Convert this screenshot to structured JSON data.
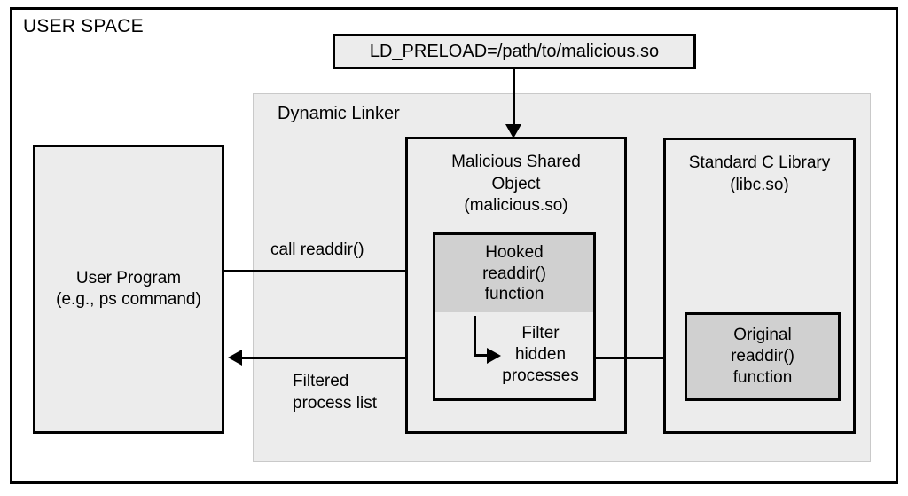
{
  "diagram": {
    "title": "USER SPACE",
    "env_box": {
      "text": "LD_PRELOAD=/path/to/malicious.so"
    },
    "dynamic_linker": {
      "label": "Dynamic Linker"
    },
    "user_program": {
      "line1": "User Program",
      "line2": "(e.g., ps command)"
    },
    "malicious_object": {
      "line1": "Malicious Shared",
      "line2": "Object",
      "line3": "(malicious.so)",
      "hooked": {
        "line1": "Hooked",
        "line2": "readdir()",
        "line3": "function"
      },
      "filter": {
        "line1": "Filter",
        "line2": "hidden",
        "line3": "processes"
      }
    },
    "libc": {
      "line1": "Standard C Library",
      "line2": "(libc.so)",
      "original": {
        "line1": "Original",
        "line2": "readdir()",
        "line3": "function"
      }
    },
    "edges": {
      "call": "call readdir()",
      "return_line1": "Filtered",
      "return_line2": "process list"
    },
    "colors": {
      "stroke": "#000000",
      "panel_fill": "#ececec",
      "highlight_fill": "#d0d0d0",
      "background": "#ffffff"
    }
  }
}
